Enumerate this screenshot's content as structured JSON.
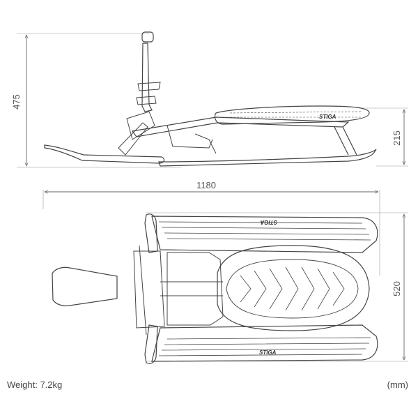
{
  "dimensions": {
    "height_total": "475",
    "height_seat": "215",
    "length": "1180",
    "width": "520"
  },
  "brand": "STIGA",
  "footer": {
    "weight": "Weight:  7.2kg",
    "units": "(mm)"
  }
}
